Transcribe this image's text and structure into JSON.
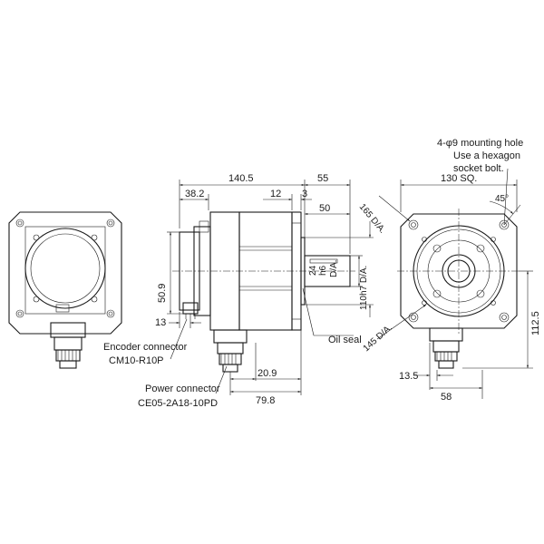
{
  "dimensions": {
    "overall_length": "140.5",
    "shaft_length": "55",
    "encoder_depth": "38.2",
    "flange_offset": "12",
    "flange_thickness": "3",
    "key_length": "50",
    "shaft_diameter": "24",
    "shaft_tol": "h6",
    "shaft_dia_label": "D/A.",
    "pilot_diameter": "110h7 D/A.",
    "flange_square": "130 SQ.",
    "angle": "45°",
    "bolt_circle": "165 D/A.",
    "outer_dia": "145 D/A.",
    "encoder_height": "50.9",
    "encoder_offset": "13",
    "power_conn_offset": "20.9",
    "power_conn_pos": "79.8",
    "height_to_connector": "112.5",
    "front_conn_offset": "13.5",
    "front_conn_width": "58"
  },
  "labels": {
    "mounting_hole_line1": "4-φ9 mounting hole",
    "mounting_hole_line2": "Use a hexagon",
    "mounting_hole_line3": "socket bolt.",
    "encoder_connector": "Encoder connector",
    "encoder_model": "CM10-R10P",
    "power_connector": "Power connector",
    "power_model": "CE05-2A18-10PD",
    "oil_seal": "Oil seal"
  }
}
